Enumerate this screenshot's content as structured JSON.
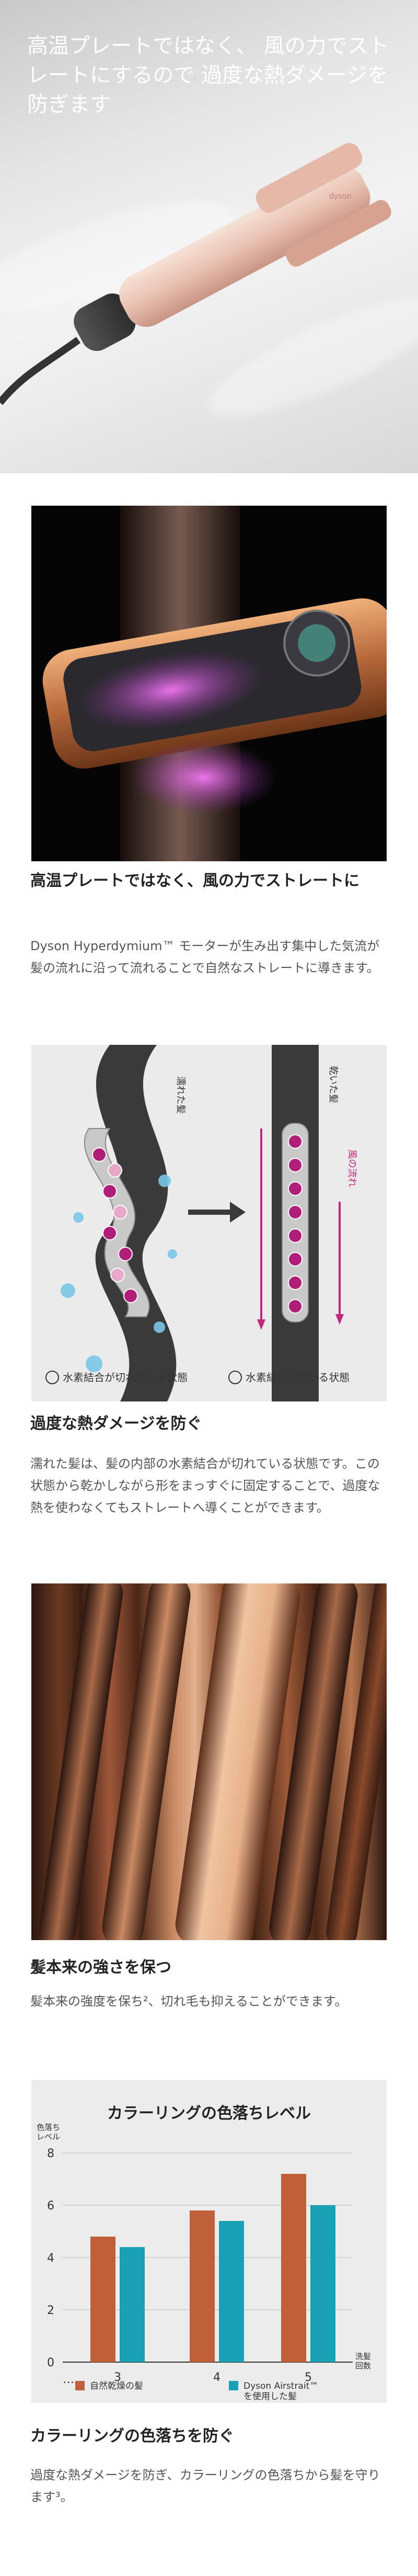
{
  "hero": {
    "title": "高温プレートではなく、 風の力でストレートにするので 過度な熱ダメージを防ぎます"
  },
  "section_airflow": {
    "title": "高温プレートではなく、風の力でストレートに",
    "body": "Dyson Hyperdymium™ モーターが生み出す集中した気流が髪の流れに沿って流れることで自然なストレートに導きます。"
  },
  "diagram": {
    "label_wet": "濡れた髪",
    "label_dry": "乾いた髪",
    "label_wind": "風の流れ",
    "legend_broken": "水素結合が切れている状態",
    "legend_bonded": "水素結合している状態"
  },
  "section_damage": {
    "title": "過度な熱ダメージを防ぐ",
    "body": "濡れた髪は、髪の内部の水素結合が切れている状態です。この状態から乾かしながら形をまっすぐに固定することで、過度な熱を使わなくてもストレートへ導くことができます。"
  },
  "section_strength": {
    "title": "髪本来の強さを保つ",
    "body": "髪本来の強度を保ち²、切れ毛も抑えることができます。"
  },
  "section_color": {
    "title": "カラーリングの色落ちを防ぐ",
    "body": "過度な熱ダメージを防ぎ、カラーリングの色落ちから髪を守ります³。"
  },
  "colors": {
    "series_natural": "#c0603a",
    "series_airstrait": "#1aa0b4",
    "accent_magenta": "#c2287a"
  },
  "chart_data": {
    "type": "bar",
    "title": "カラーリングの色落ちレベル",
    "ylabel": "色落ち レベル",
    "xlabel": "洗髪 回数",
    "categories": [
      "3",
      "4",
      "5"
    ],
    "ylim": [
      0,
      8
    ],
    "yticks": [
      0,
      2,
      4,
      6,
      8
    ],
    "axis_break": "…",
    "series": [
      {
        "name": "自然乾燥の髪",
        "values": [
          4.8,
          5.8,
          7.2
        ]
      },
      {
        "name": "Dyson Airstrait™ を使用した髪",
        "values": [
          4.4,
          5.4,
          6.0
        ]
      }
    ]
  }
}
